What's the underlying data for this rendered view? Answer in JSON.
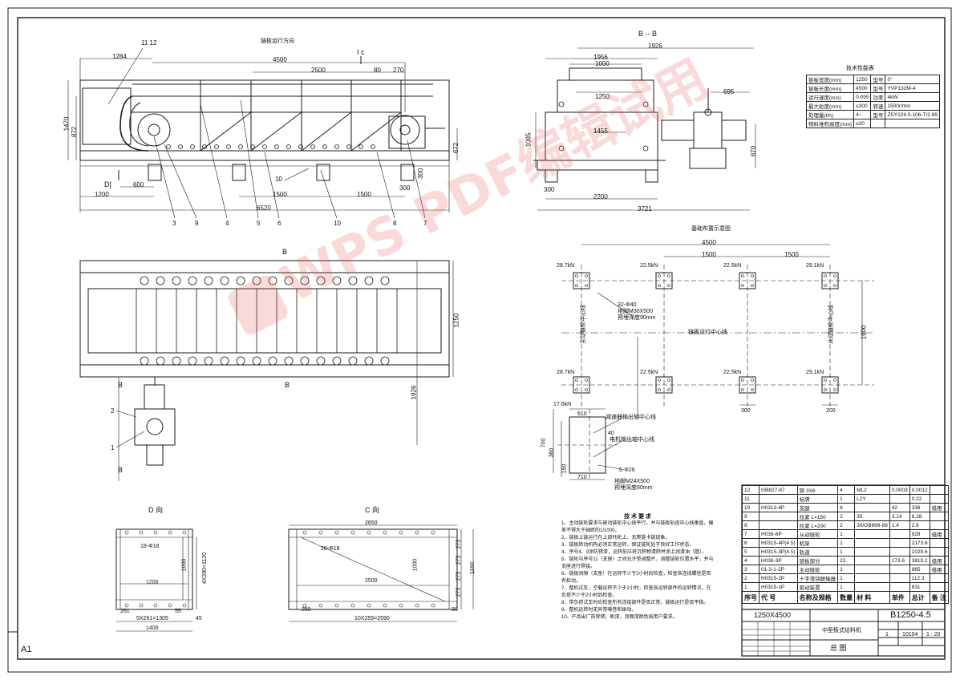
{
  "sheet_size_label": "A1",
  "watermark_text": "WPS PDF编辑试用",
  "main_view": {
    "note_top": "链板运行方向",
    "section_mark_I": "I c",
    "section_mark_D": "D|",
    "dims": {
      "d1284": "1284",
      "d4500": "4500",
      "d2500": "2500",
      "d80": "80",
      "d270": "270",
      "d1470": "1470",
      "d872": "872",
      "d672": "672",
      "d1200": "1200",
      "d600": "600",
      "d1500a": "1500",
      "d1500b": "1500",
      "d300": "300",
      "d6520": "6520",
      "d300b": "300"
    },
    "balloons_top": "11  12",
    "balloon10": "10",
    "balloons_bottom": [
      "3",
      "9",
      "4",
      "5",
      "6",
      "10",
      "8",
      "7"
    ]
  },
  "section_bb": {
    "title": "B -- B",
    "dims": {
      "d1926": "1926",
      "d1956": "1956",
      "d1000": "1000",
      "d1250": "1250",
      "d1455": "1455",
      "d695": "695",
      "d1085": "1085",
      "d670": "670",
      "d300": "300",
      "d2200": "2200",
      "d3721": "3721"
    }
  },
  "plan_view": {
    "section_B_top": "B",
    "section_B_left": "B",
    "section_B_bottom": "B",
    "section_B_mid": "B",
    "d1250": "1250",
    "d1926": "1926",
    "balloons": [
      "2",
      "1"
    ]
  },
  "foundation": {
    "title": "基础布置示意图",
    "d4500": "4500",
    "d1500a": "1500",
    "d1500b": "1500",
    "d1900": "1900",
    "loads": [
      "28.7kN",
      "22.5kN",
      "22.5kN",
      "29.1kN",
      "28.7kN",
      "22.5kN",
      "22.5kN",
      "29.1kN"
    ],
    "bolt_note1": "32-Φ40",
    "bolt_note2": "地脚M30X500",
    "bolt_note3": "预埋深度90mm",
    "center_line": "链板运行中心线",
    "side_label": "主动链轮中心线",
    "side_label2": "从动链轮中心线",
    "d300": "300",
    "d200": "200"
  },
  "motor_base": {
    "load": "17.6kN",
    "d610": "610",
    "d700": "700",
    "d360": "360",
    "d150": "150",
    "d710": "710",
    "d40": "40",
    "label1": "减速器输出轴中心线",
    "label2": "电机输出轴中心线",
    "bolt": "6-Φ26",
    "bolt2": "地脚M24X500",
    "bolt3": "预埋深度80mm"
  },
  "view_d": {
    "title": "D 向",
    "hole": "18-Φ18",
    "d1000": "1000",
    "d4x280": "4X280=1120",
    "d1200": "1200",
    "d261": "261",
    "d55": "55",
    "d5x261": "5X261=1305",
    "d45": "45",
    "d1400": "1400"
  },
  "view_c": {
    "title": "C 向",
    "d2650": "2650",
    "hole": "28-Φ18",
    "d1000": "1000",
    "d275a": "275",
    "d275b": "275",
    "d275c": "275",
    "d275d": "275",
    "d1160": "1160",
    "d2500": "2500",
    "d259": "259",
    "d30": "30",
    "d10x259": "10X259=2590"
  },
  "tech_table": {
    "title": "技术性能表",
    "rows": [
      [
        "链板宽度(mm)",
        "1250",
        "型号",
        "0°"
      ],
      [
        "链板长度(mm)",
        "4500",
        "型号",
        "YVP132M-4"
      ],
      [
        "运行速度(m/s)",
        "0.095",
        "功率",
        "4kW"
      ],
      [
        "最大粒度(mm)",
        "≤300",
        "转速",
        "1500r/min"
      ],
      [
        "处理量(t/h)",
        "4~",
        "型号",
        "ZSY224.0-106-T/2.89"
      ],
      [
        "物料堆积高度(mm)",
        "≤30",
        "",
        ""
      ]
    ]
  },
  "tech_requirements": {
    "title": "技 术 要 求",
    "items": [
      "1、主动链轮要求与被动链轮中心线平行，并与链板轨道中心线垂直，偏差不得大于轴距的1/1000。",
      "2、链板上链运行在上部托轮上，无爬链卡链现象。",
      "3、链板转动机构必须正常运转，保证链轮处于良好工作状态。",
      "4、序号4、9涂防锈漆，运转前应将沉积物清除并涂上润滑油（脂）。",
      "5、链轮与序号11（支座）之间允许垫调整片，调整链轮位置水平，并与支座进行焊接。",
      "6、链板间隙（支座）在运转不少于2小时后检查，检查各连接螺栓是否有松动。",
      "7、整机试车，空载运转不少于2小时，检查各运转部件的运转情况，在负荷不少于2小时后检查。",
      "8、带负荷试车时应检查所有连接部件是否正常，链板运行是否平稳。",
      "9、整机运转时无异常噪音和振动。",
      "10、产品出厂前除锈、刷漆，涂面漆颜色按用户要求。"
    ]
  },
  "bom": {
    "rows": [
      [
        "12",
        "GB827-87",
        "铆 3X6",
        "4",
        "ML2",
        "0.0003",
        "0.0012",
        ""
      ],
      [
        "11",
        "",
        "标牌",
        "1",
        "L2Y",
        "",
        "0.22",
        ""
      ],
      [
        "10",
        "H0313-4P",
        "支腿",
        "8",
        "",
        "42",
        "336",
        "借用"
      ],
      [
        "9",
        "",
        "拉紧 L=150",
        "2",
        "35",
        "3.14",
        "6.28",
        ""
      ],
      [
        "8",
        "",
        "拉紧 L=200",
        "2",
        "30/GB699-88",
        "1.4",
        "2.8",
        ""
      ],
      [
        "7",
        "H038-6P",
        "从动链轮",
        "1",
        "",
        "",
        "928",
        "借用"
      ],
      [
        "6",
        "H0315-4P(4.5)",
        "机架",
        "1",
        "",
        "",
        "2173.6",
        ""
      ],
      [
        "5",
        "H0315-3P(4.5)",
        "轨道",
        "1",
        "",
        "",
        "1029.6",
        ""
      ],
      [
        "4",
        "H038-3P",
        "链板部分",
        "22",
        "",
        "173.6",
        "3819.2",
        "借用"
      ],
      [
        "3",
        "01-3-1-2P",
        "主动链轮",
        "1",
        "",
        "",
        "865",
        "借用"
      ],
      [
        "2",
        "H0315-2P",
        "十字滑块联轴器",
        "1",
        "",
        "",
        "112.3",
        ""
      ],
      [
        "1",
        "H0315-1P",
        "驱动装置",
        "1",
        "",
        "",
        "831",
        ""
      ]
    ],
    "header": [
      "序号",
      "代 号",
      "名称及规格",
      "数量",
      "材 料",
      "单件",
      "总计",
      "备 注"
    ]
  },
  "title_block": {
    "spec": "1250X4500",
    "drawing_no": "B1250-4.5",
    "product_name": "中型板式给料机",
    "drawing_title": "总 图",
    "qty": "1",
    "weight": "10104",
    "scale": "1 : 20"
  }
}
